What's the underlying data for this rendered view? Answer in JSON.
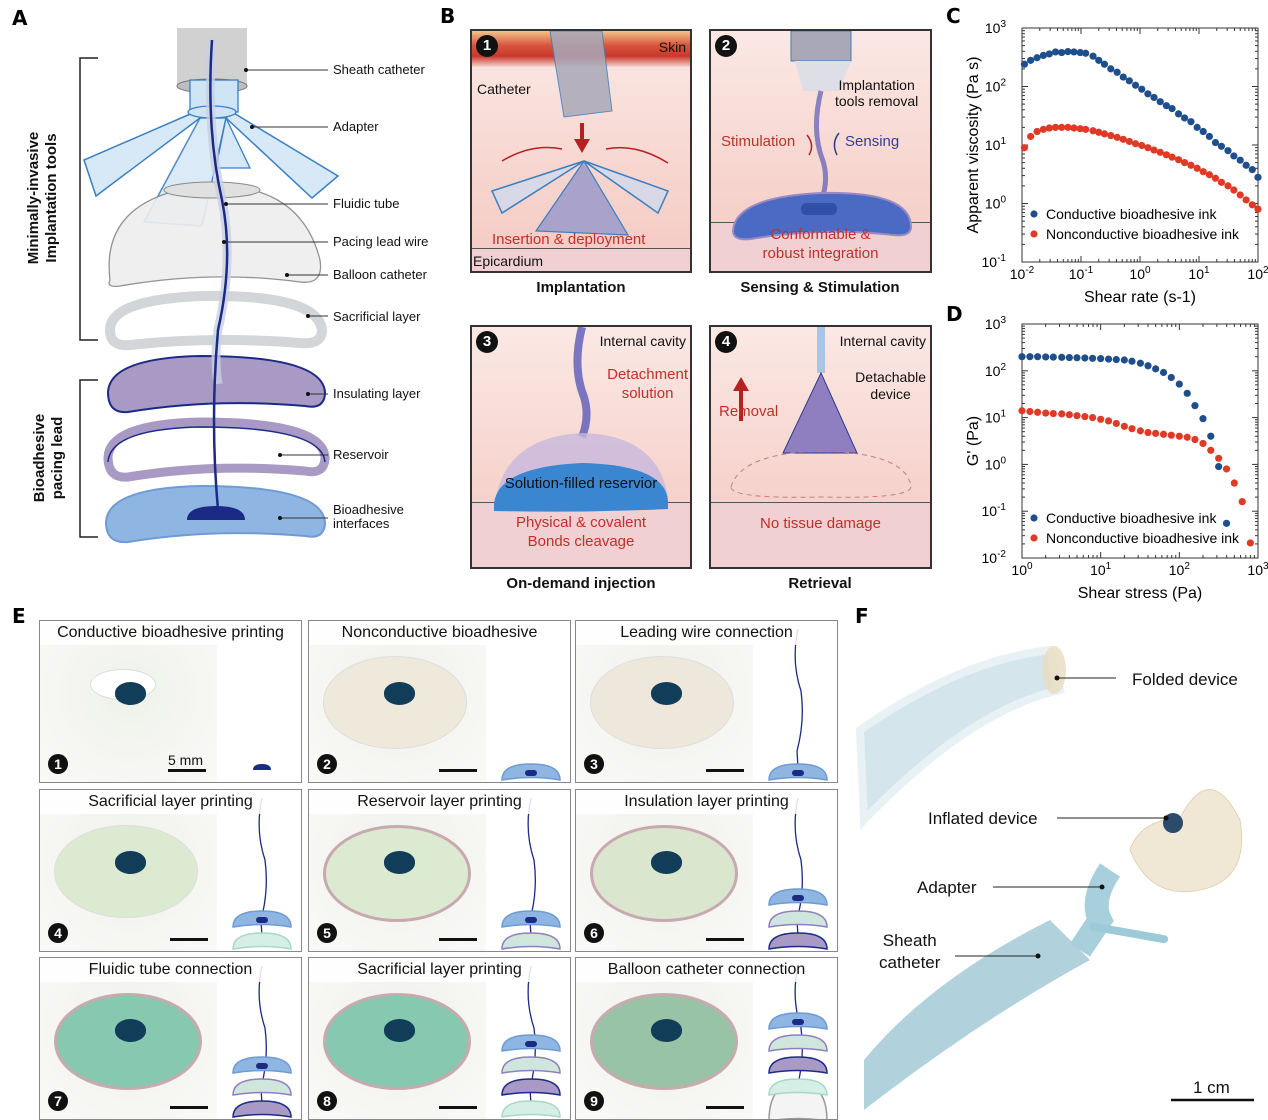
{
  "panels": {
    "A": {
      "letter": "A",
      "group_labels": [
        "Minimally-invasive",
        "Implantation tools",
        "Bioadhesive",
        "pacing lead"
      ],
      "callouts": [
        "Sheath catheter",
        "Adapter",
        "Fluidic tube",
        "Pacing lead wire",
        "Balloon catheter",
        "Sacrificial layer",
        "Insulating layer",
        "Reservoir",
        "Bioadhesive",
        "interfaces"
      ]
    },
    "B": {
      "letter": "B",
      "steps": [
        {
          "num": "1",
          "caption": "Implantation",
          "labels": {
            "skin": "Skin",
            "catheter": "Catheter",
            "action": "Insertion & deployment",
            "tissue": "Epicardium"
          }
        },
        {
          "num": "2",
          "caption": "Sensing & Stimulation",
          "labels": {
            "tools": "Implantation",
            "tools2": "tools removal",
            "stim": "Stimulation",
            "sense": "Sensing",
            "action": "Conformable &",
            "action2": "robust integration"
          }
        },
        {
          "num": "3",
          "caption": "On-demand injection",
          "labels": {
            "cavity": "Internal cavity",
            "det": "Detachment",
            "det2": "solution",
            "reservoir": "Solution-filled reservior",
            "action": "Physical & covalent",
            "action2": "Bonds cleavage"
          }
        },
        {
          "num": "4",
          "caption": "Retrieval",
          "labels": {
            "cavity": "Internal cavity",
            "device": "Detachable",
            "device2": "device",
            "removal": "Removal",
            "action": "No tissue damage"
          }
        }
      ]
    },
    "C": {
      "letter": "C"
    },
    "D": {
      "letter": "D"
    },
    "E": {
      "letter": "E",
      "scale_label": "5 mm",
      "tiles": [
        {
          "num": "1",
          "title": "Conductive bioadhesive printing"
        },
        {
          "num": "2",
          "title": "Nonconductive bioadhesive"
        },
        {
          "num": "3",
          "title": "Leading wire connection"
        },
        {
          "num": "4",
          "title": "Sacrificial layer printing"
        },
        {
          "num": "5",
          "title": "Reservoir layer printing"
        },
        {
          "num": "6",
          "title": "Insulation layer printing"
        },
        {
          "num": "7",
          "title": "Fluidic tube connection"
        },
        {
          "num": "8",
          "title": "Sacrificial layer printing"
        },
        {
          "num": "9",
          "title": "Balloon catheter connection"
        }
      ]
    },
    "F": {
      "letter": "F",
      "callouts": [
        "Folded device",
        "Inflated device",
        "Adapter",
        "Sheath",
        "catheter"
      ],
      "scale_label": "1 cm"
    }
  },
  "colors": {
    "conductive": "#1f4e8c",
    "nonconductive": "#e03a26"
  },
  "chart_data": [
    {
      "id": "C",
      "type": "scatter",
      "xscale": "log",
      "yscale": "log",
      "xlabel": "Shear rate (s-1)",
      "ylabel": "Apparent viscosity (Pa s)",
      "xlim": [
        0.01,
        100
      ],
      "ylim": [
        0.1,
        1000
      ],
      "xticks": [
        "10-2",
        "10-1",
        "100",
        "101",
        "102"
      ],
      "yticks": [
        "10-1",
        "100",
        "101",
        "102",
        "103"
      ],
      "legend": "bottom-left",
      "series": [
        {
          "name": "Conductive bioadhesive ink",
          "x": [
            0.011,
            0.014,
            0.018,
            0.023,
            0.029,
            0.037,
            0.047,
            0.06,
            0.076,
            0.097,
            0.12,
            0.16,
            0.2,
            0.25,
            0.32,
            0.41,
            0.52,
            0.66,
            0.84,
            1.07,
            1.36,
            1.73,
            2.2,
            2.8,
            3.5,
            4.5,
            5.7,
            7.3,
            9.3,
            11.8,
            15,
            19,
            24,
            31,
            39,
            50,
            63,
            80,
            100
          ],
          "y": [
            240,
            280,
            310,
            340,
            360,
            390,
            380,
            395,
            390,
            380,
            370,
            330,
            280,
            240,
            200,
            175,
            145,
            125,
            105,
            90,
            75,
            65,
            55,
            47,
            42,
            34,
            29,
            25,
            20,
            17,
            14,
            11,
            9.5,
            8,
            6.5,
            5.5,
            4.5,
            3.8,
            2.8
          ]
        },
        {
          "name": "Nonconductive bioadhesive ink",
          "x": [
            0.011,
            0.014,
            0.018,
            0.023,
            0.029,
            0.037,
            0.047,
            0.06,
            0.076,
            0.097,
            0.12,
            0.16,
            0.2,
            0.25,
            0.32,
            0.41,
            0.52,
            0.66,
            0.84,
            1.07,
            1.36,
            1.73,
            2.2,
            2.8,
            3.5,
            4.5,
            5.7,
            7.3,
            9.3,
            11.8,
            15,
            19,
            24,
            31,
            39,
            50,
            63,
            80,
            100
          ],
          "y": [
            9,
            14,
            17,
            18.5,
            19.5,
            20,
            20,
            20,
            19.5,
            19,
            18.5,
            17.5,
            16.5,
            15.5,
            14.5,
            13.5,
            12.5,
            11.5,
            10.5,
            9.8,
            9,
            8.2,
            7.5,
            6.8,
            6.2,
            5.6,
            5,
            4.5,
            4,
            3.5,
            3.1,
            2.7,
            2.3,
            2,
            1.7,
            1.4,
            1.15,
            0.95,
            0.8
          ]
        }
      ]
    },
    {
      "id": "D",
      "type": "scatter",
      "xscale": "log",
      "yscale": "log",
      "xlabel": "Shear stress (Pa)",
      "ylabel": "G' (Pa)",
      "xlim": [
        1,
        1000
      ],
      "ylim": [
        0.01,
        1000
      ],
      "xticks": [
        "100",
        "101",
        "102",
        "103"
      ],
      "yticks": [
        "10-2",
        "10-1",
        "100",
        "101",
        "102",
        "103"
      ],
      "legend": "bottom-left",
      "series": [
        {
          "name": "Conductive bioadhesive ink",
          "x": [
            1,
            1.26,
            1.58,
            2,
            2.5,
            3.2,
            4,
            5,
            6.3,
            7.9,
            10,
            12.6,
            15.8,
            20,
            25,
            32,
            40,
            50,
            63,
            79,
            100,
            126,
            158,
            200,
            251,
            316,
            398
          ],
          "y": [
            200,
            200,
            200,
            198,
            196,
            194,
            192,
            190,
            188,
            185,
            182,
            178,
            174,
            170,
            160,
            145,
            128,
            110,
            92,
            72,
            52,
            33,
            18,
            9.5,
            4,
            0.9,
            0.055
          ]
        },
        {
          "name": "Nonconductive bioadhesive ink",
          "x": [
            1,
            1.26,
            1.58,
            2,
            2.5,
            3.2,
            4,
            5,
            6.3,
            7.9,
            10,
            12.6,
            15.8,
            20,
            25,
            32,
            40,
            50,
            63,
            79,
            100,
            126,
            158,
            200,
            251,
            316,
            398,
            500,
            630,
            800
          ],
          "y": [
            14,
            13.5,
            13,
            12.5,
            12.2,
            12,
            11.5,
            11,
            10.5,
            10,
            9.2,
            8.5,
            7.5,
            6.5,
            5.8,
            5.2,
            4.8,
            4.6,
            4.4,
            4.2,
            4,
            3.8,
            3.4,
            2.8,
            2,
            1.35,
            0.8,
            0.4,
            0.16,
            0.021
          ]
        }
      ]
    }
  ]
}
